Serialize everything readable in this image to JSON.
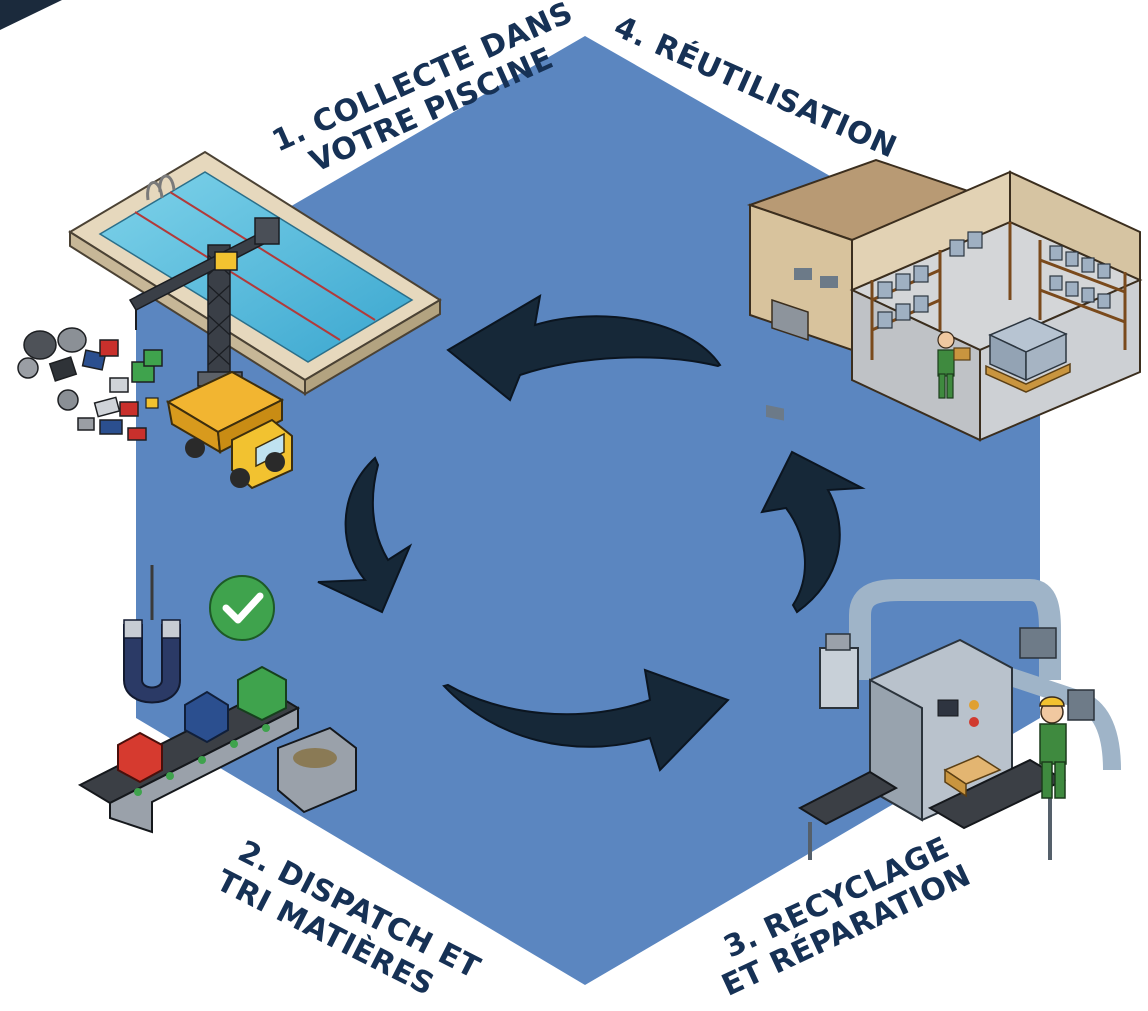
{
  "colors": {
    "hexagon": "#5b86c0",
    "arrow": "#162838",
    "label": "#163155",
    "corner": "#1b2a3c"
  },
  "steps": [
    {
      "id": "collecte",
      "lines": [
        "1. COLLECTE DANS",
        "VOTRE PISCINE"
      ]
    },
    {
      "id": "dispatch",
      "lines": [
        "2. DISPATCH ET",
        "TRI MATIÈRES"
      ]
    },
    {
      "id": "recyclage",
      "lines": [
        "3. RECYCLAGE",
        "ET RÉPARATION"
      ]
    },
    {
      "id": "reutilisation",
      "lines": [
        "4. RÉUTILISATION"
      ]
    }
  ]
}
